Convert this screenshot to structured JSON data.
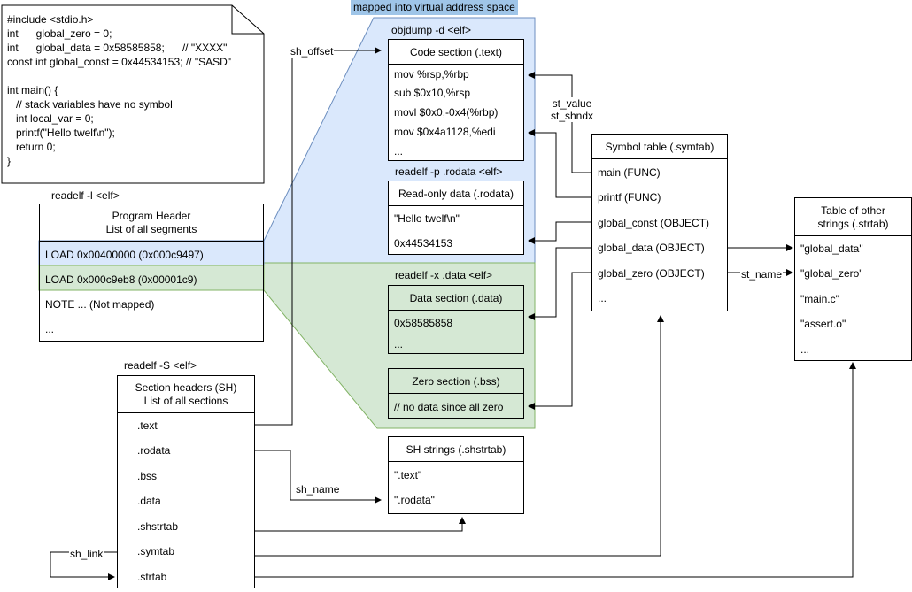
{
  "banner": "mapped into virtual address space",
  "source_code": [
    "#include <stdio.h>",
    "int      global_zero = 0;",
    "int      global_data = 0x58585858;      // \"XXXX\"",
    "const int global_const = 0x44534153; // \"SASD\"",
    "",
    "int main() {",
    "   // stack variables have no symbol",
    "   int local_var = 0;",
    "   printf(\"Hello twelf\\n\");",
    "   return 0;",
    "}"
  ],
  "program_header": {
    "command": "readelf -l <elf>",
    "title_line1": "Program Header",
    "title_line2": "List of all segments",
    "rows": [
      "LOAD 0x00400000 (0x000c9497)",
      "LOAD 0x000c9eb8 (0x00001c9)",
      "NOTE ... (Not mapped)",
      "..."
    ]
  },
  "section_headers": {
    "command": "readelf -S <elf>",
    "title_line1": "Section headers (SH)",
    "title_line2": "List of all sections",
    "rows": [
      ".text",
      ".rodata",
      ".bss",
      ".data",
      ".shstrtab",
      ".symtab",
      ".strtab"
    ]
  },
  "code_section": {
    "command": "objdump -d <elf>",
    "title": "Code section (.text)",
    "rows": [
      "mov    %rsp,%rbp",
      "sub    $0x10,%rsp",
      "movl   $0x0,-0x4(%rbp)",
      "mov    $0x4a1128,%edi",
      "..."
    ]
  },
  "rodata_section": {
    "command": "readelf -p .rodata <elf>",
    "title": "Read-only data (.rodata)",
    "rows": [
      "\"Hello twelf\\n\"",
      "0x44534153"
    ]
  },
  "data_section": {
    "command": "readelf -x .data <elf>",
    "title": "Data section (.data)",
    "rows": [
      "0x58585858",
      "..."
    ]
  },
  "bss_section": {
    "title": "Zero section (.bss)",
    "rows": [
      "// no data since all zero"
    ]
  },
  "shstrtab": {
    "title": "SH strings (.shstrtab)",
    "rows": [
      "\".text\"",
      "\".rodata\""
    ]
  },
  "symtab": {
    "title": "Symbol table (.symtab)",
    "rows": [
      "main (FUNC)",
      "printf (FUNC)",
      "global_const (OBJECT)",
      "global_data (OBJECT)",
      "global_zero (OBJECT)",
      "..."
    ]
  },
  "strtab": {
    "title_line1": "Table of other",
    "title_line2": "strings (.strtab)",
    "rows": [
      "\"global_data\"",
      "\"global_zero\"",
      "\"main.c\"",
      "\"assert.o\"",
      "..."
    ]
  },
  "edge_labels": {
    "sh_offset": "sh_offset",
    "st_value": "st_value",
    "st_shndx": "st_shndx",
    "st_name": "st_name",
    "sh_name": "sh_name",
    "sh_link": "sh_link"
  },
  "colors": {
    "blue_fill": "#dae8fc",
    "blue_stroke": "#6c8ebf",
    "green_fill": "#d5e8d4",
    "green_stroke": "#82b366",
    "banner_fill": "#9fc5e8"
  }
}
